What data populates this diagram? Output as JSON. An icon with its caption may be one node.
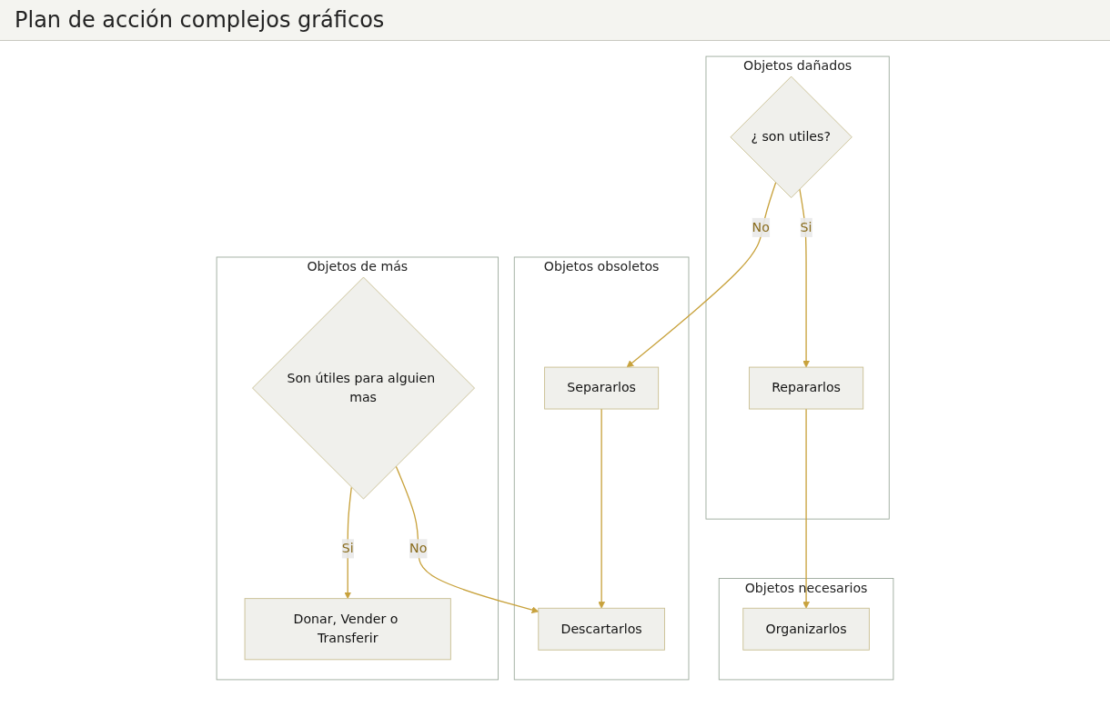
{
  "diagram": {
    "title": "Plan de acción complejos gráficos",
    "nodes": [
      {
        "text": [
          "Objetos necesarios"
        ]
      },
      {
        "text": [
          "Organizarlos"
        ],
        "in": 0
      },
      {
        "text": [
          "Objetos dañados"
        ]
      },
      {
        "text": [
          "¿ son utiles?"
        ],
        "in": 2
      },
      {
        "text": [
          "Repararlos"
        ],
        "in": 2
      },
      {
        "text": [
          "Objetos obsoletos"
        ]
      },
      {
        "text": [
          "Separarlos"
        ],
        "in": 5
      },
      {
        "text": [
          "Descartarlos"
        ],
        "in": 5
      },
      {
        "text": [
          "Objetos de más"
        ]
      },
      {
        "text": [
          "Son útiles para alguien mas"
        ],
        "in": 8
      },
      {
        "text": [
          "Donar, Vender o Transferir"
        ],
        "in": 8
      }
    ],
    "edges": [
      {
        "from": 3,
        "to": 6,
        "arrow": "to",
        "label": "No"
      },
      {
        "from": 3,
        "to": 4,
        "arrow": "to",
        "label": "Si"
      },
      {
        "from": 4,
        "to": 1,
        "arrow": "to"
      },
      {
        "from": 6,
        "to": 7,
        "arrow": "to"
      },
      {
        "from": 9,
        "to": 7,
        "arrow": "to",
        "label": "No"
      },
      {
        "from": 9,
        "to": 10,
        "arrow": "to",
        "label": "Si"
      }
    ]
  }
}
